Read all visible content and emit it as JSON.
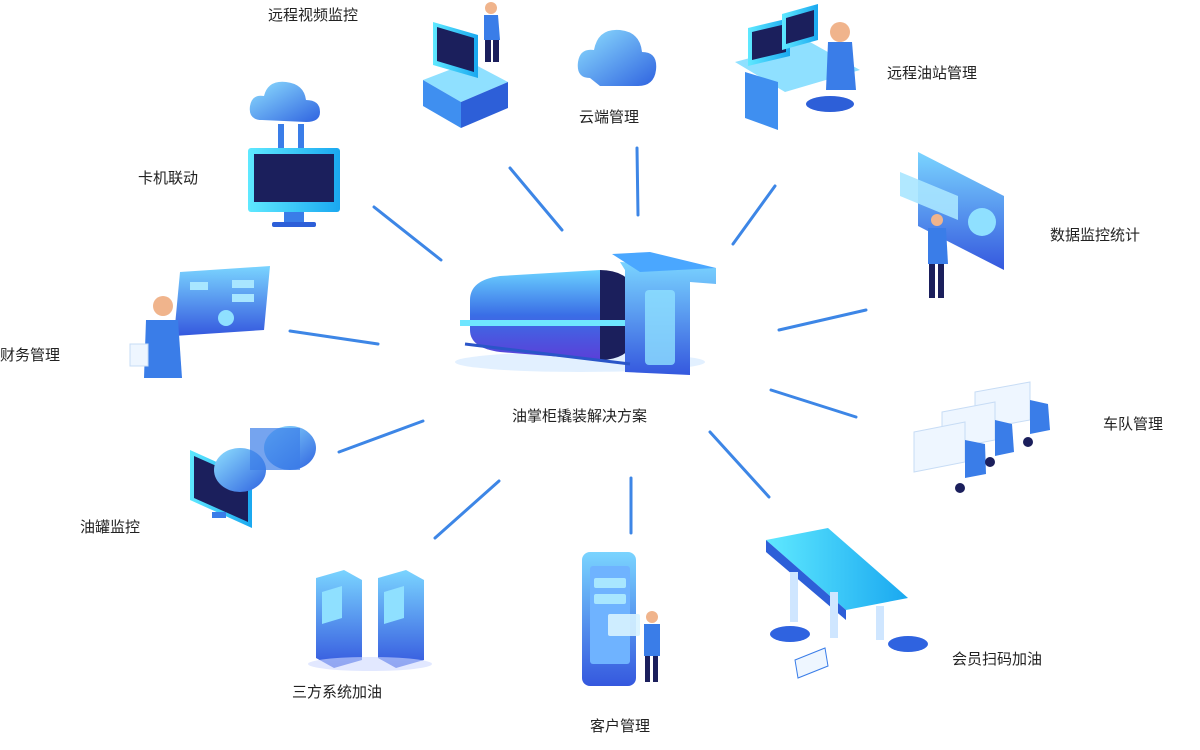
{
  "center": {
    "label": "油掌柜撬装解决方案"
  },
  "nodes": [
    {
      "id": "remote-video",
      "label": "远程视频监控",
      "icon": "monitor-person-icon"
    },
    {
      "id": "cloud",
      "label": "云端管理",
      "icon": "cloud-icon"
    },
    {
      "id": "remote-station",
      "label": "远程油站管理",
      "icon": "workstation-icon"
    },
    {
      "id": "data-stats",
      "label": "数据监控统计",
      "icon": "dashboard-presenter-icon"
    },
    {
      "id": "fleet",
      "label": "车队管理",
      "icon": "trucks-icon"
    },
    {
      "id": "member-scan",
      "label": "会员扫码加油",
      "icon": "gas-station-icon"
    },
    {
      "id": "customer",
      "label": "客户管理",
      "icon": "phone-person-icon"
    },
    {
      "id": "third-party",
      "label": "三方系统加油",
      "icon": "kiosk-icon"
    },
    {
      "id": "tank-monitor",
      "label": "油罐监控",
      "icon": "tank-monitor-icon"
    },
    {
      "id": "finance",
      "label": "财务管理",
      "icon": "finance-board-icon"
    },
    {
      "id": "card-link",
      "label": "卡机联动",
      "icon": "cloud-computer-icon"
    }
  ],
  "colors": {
    "primary": "#3a7de8",
    "line": "#3d86e6",
    "dark": "#1b1f5c",
    "light": "#7fd3ff"
  }
}
